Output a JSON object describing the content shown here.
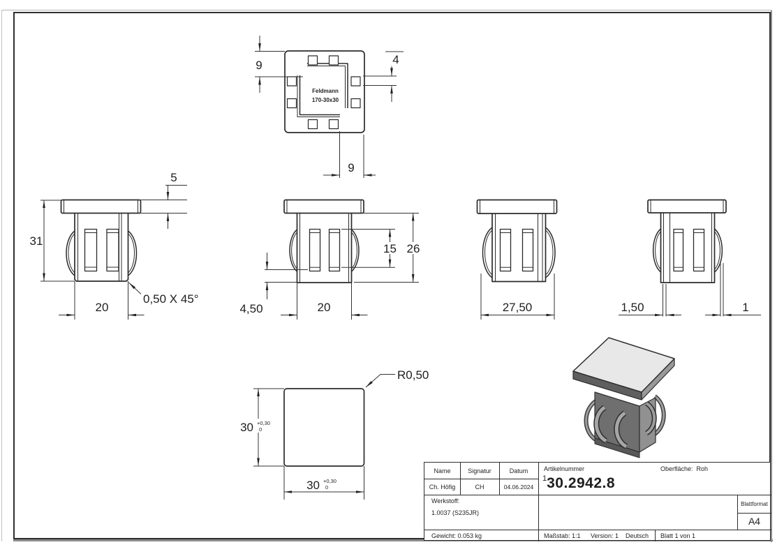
{
  "sheet": {
    "format": "A4",
    "line_color": "#2b2b2b",
    "shade_top": "#e8e8e8",
    "shade_dark": "#6f6f6f",
    "shade_mid": "#919191"
  },
  "views": {
    "top": {
      "brand": "Feldmann",
      "model": "170-30x30",
      "dim_depth": "9",
      "dim_gap": "4",
      "dim_offset": "9"
    },
    "front": {
      "flange": "5",
      "height": "31",
      "width": "20",
      "chamfer": "0,50 X 45°"
    },
    "side": {
      "inset": "4,50",
      "width": "20",
      "slot": "15",
      "body": "26"
    },
    "rear": {
      "width": "27,50"
    },
    "side2": {
      "t1": "1,50",
      "t2": "1"
    },
    "bottom": {
      "size": "30",
      "tol_hi": "+0,30",
      "tol_lo": "0",
      "radius": "R0,50"
    }
  },
  "title_block": {
    "name_label": "Name",
    "signatur_label": "Signatur",
    "datum_label": "Datum",
    "name": "Ch. Höfig",
    "signatur": "CH",
    "datum": "04.06.2024",
    "artikelnummer_label": "Artikelnummer",
    "oberflaeche_label": "Oberfläche:",
    "oberflaeche_value": "Roh",
    "artikel_sup": "1",
    "artikelnummer": "30.2942.8",
    "werkstoff_label": "Werkstoff:",
    "werkstoff": "1.0037 (S235JR)",
    "gewicht": "Gewicht: 0.053 kg",
    "massstab": "Maßstab: 1:1",
    "version": "Version: 1",
    "sprache": "Deutsch",
    "blatt": "Blatt 1 von 1",
    "blattformat_label": "Blattformat",
    "blattformat": "A4"
  }
}
